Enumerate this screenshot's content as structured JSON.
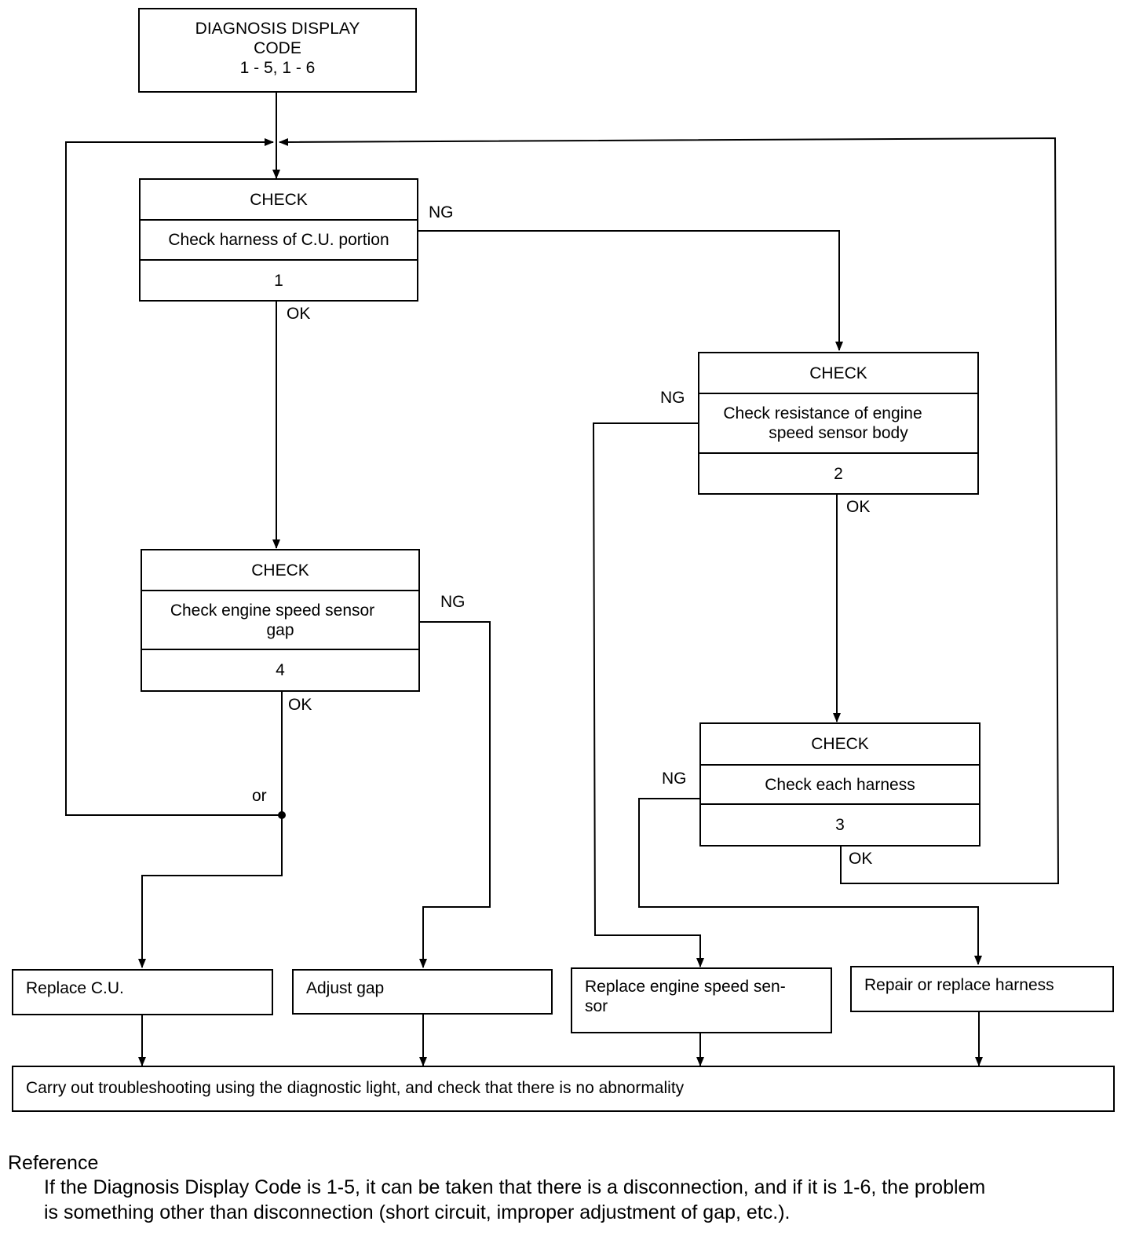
{
  "header": {
    "line1": "DIAGNOSIS DISPLAY",
    "line2": "CODE",
    "line3": "1 - 5, 1 - 6"
  },
  "checks": [
    {
      "title": "CHECK",
      "text": "Check harness of C.U. portion",
      "number": "1"
    },
    {
      "title": "CHECK",
      "text_line1": "Check resistance of engine",
      "text_line2": "speed sensor body",
      "number": "2"
    },
    {
      "title": "CHECK",
      "text": "Check each harness",
      "number": "3"
    },
    {
      "title": "CHECK",
      "text_line1": "Check engine speed sensor",
      "text_line2": "gap",
      "number": "4"
    }
  ],
  "labels": {
    "ng": "NG",
    "ok": "OK",
    "or": "or"
  },
  "actions": {
    "replace_cu": "Replace C.U.",
    "adjust_gap": "Adjust gap",
    "replace_sensor_line1": "Replace engine speed sen-",
    "replace_sensor_line2": "sor",
    "repair_harness": "Repair or replace harness"
  },
  "final_step": "Carry out troubleshooting using the diagnostic light, and check that there is no abnormality",
  "reference": {
    "title": "Reference",
    "line1": "If the Diagnosis Display Code is 1-5, it can be taken that there is a disconnection, and if it is 1-6, the problem",
    "line2": "is something other than disconnection (short circuit, improper adjustment of gap, etc.)."
  }
}
